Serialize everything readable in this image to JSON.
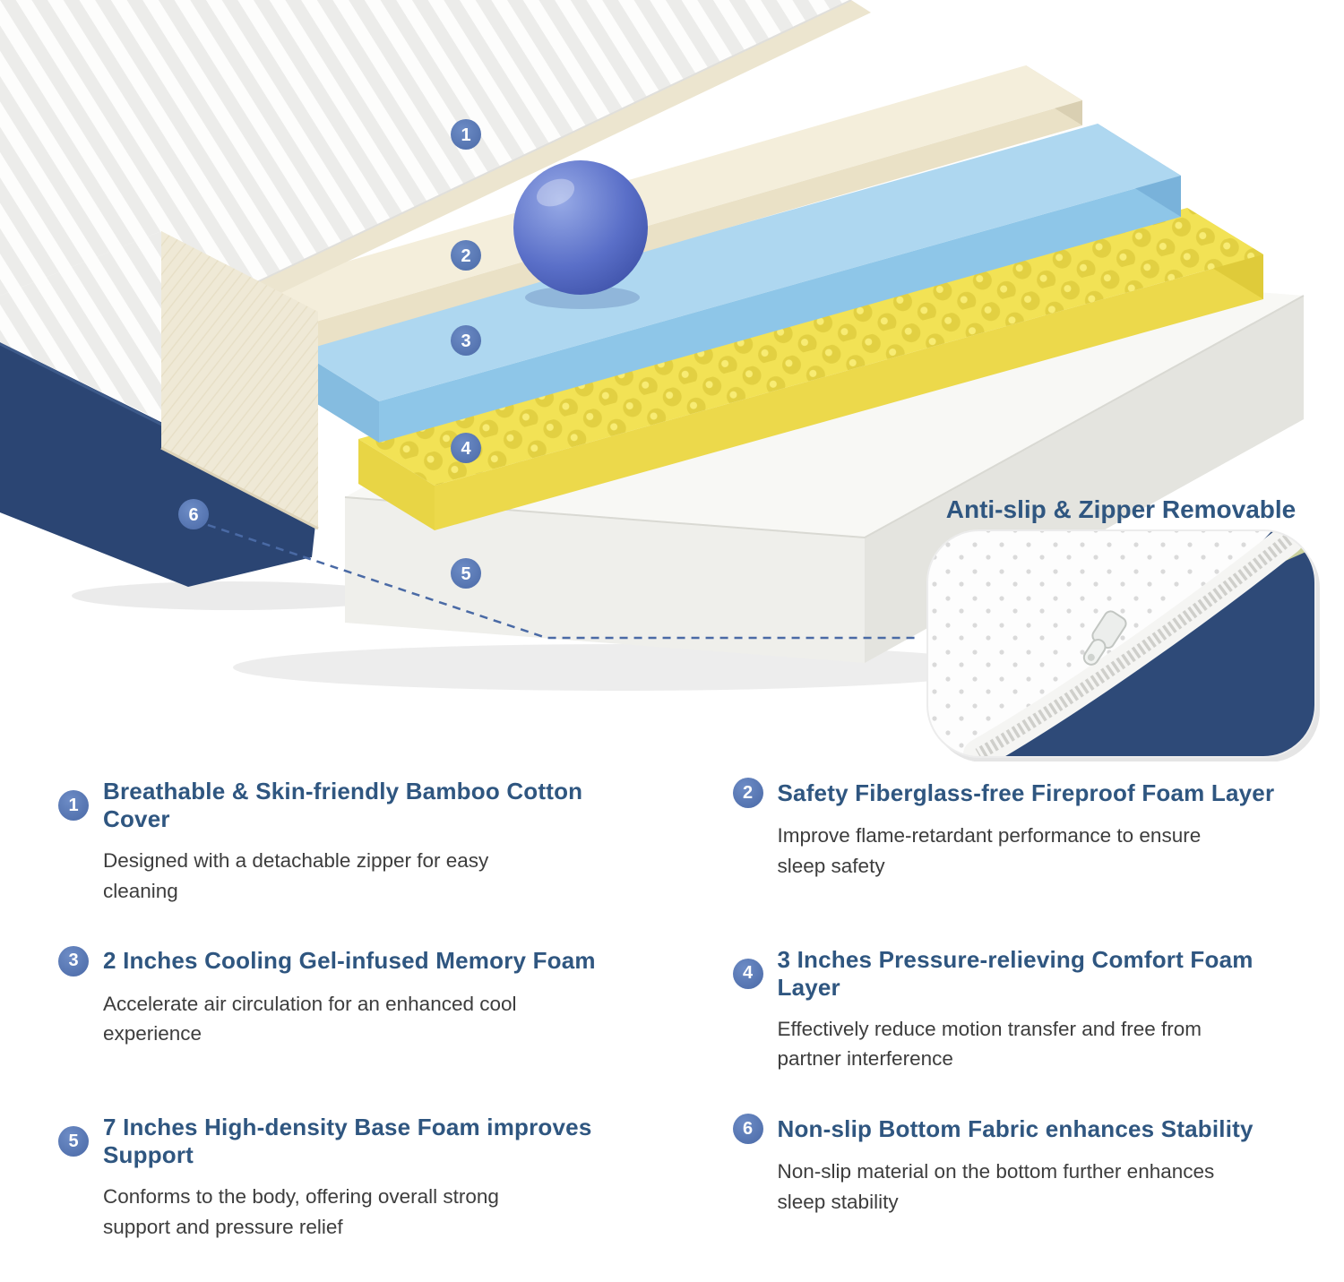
{
  "diagram": {
    "markers": [
      "1",
      "2",
      "3",
      "4",
      "5",
      "6"
    ],
    "inset": {
      "title": "Anti-slip & Zipper Removable"
    }
  },
  "colors": {
    "heading": "#2f5680",
    "badge_blue": "#5276b2",
    "body_text": "#3d3d3d",
    "gel_layer_blue": "#aed7f0",
    "comfort_layer_yellow": "#f2e255",
    "fireproof_layer_cream": "#f4eedb",
    "bottom_fabric_navy": "#2b4573",
    "pressure_ball_blue": "#5a6fc8"
  },
  "features": [
    {
      "number": "1",
      "title": "Breathable & Skin-friendly Bamboo Cotton Cover",
      "description": "Designed with a detachable zipper for easy cleaning"
    },
    {
      "number": "2",
      "title": "Safety Fiberglass-free Fireproof Foam Layer",
      "description": "Improve flame-retardant performance to ensure sleep safety"
    },
    {
      "number": "3",
      "title": "2 Inches Cooling Gel-infused Memory Foam",
      "description": "Accelerate air circulation for an enhanced cool experience"
    },
    {
      "number": "4",
      "title": "3 Inches Pressure-relieving Comfort Foam Layer",
      "description": "Effectively reduce motion transfer and free from partner interference"
    },
    {
      "number": "5",
      "title": "7 Inches High-density Base Foam improves Support",
      "description": "Conforms to the body, offering overall strong support and pressure relief"
    },
    {
      "number": "6",
      "title": "Non-slip Bottom Fabric enhances Stability",
      "description": "Non-slip material on the bottom further enhances sleep stability"
    }
  ]
}
